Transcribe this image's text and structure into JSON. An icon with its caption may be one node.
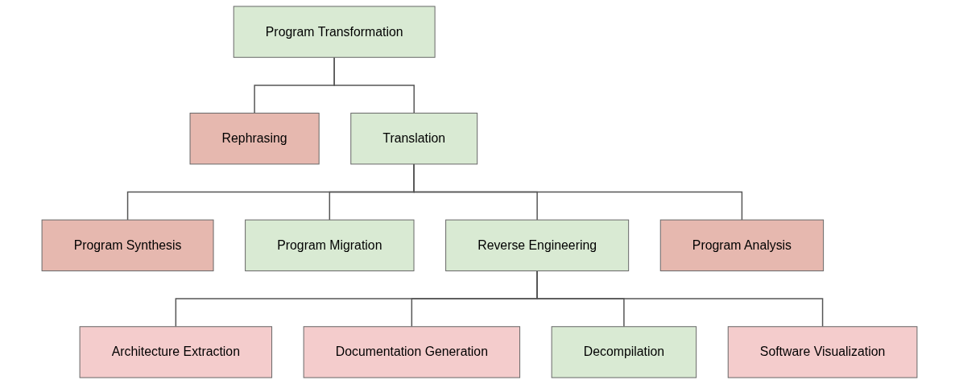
{
  "diagram": {
    "nodes": [
      {
        "text": [
          "Program Transformation"
        ]
      },
      {
        "text": [
          "Rephrasing"
        ]
      },
      {
        "text": [
          "Translation"
        ]
      },
      {
        "text": [
          "Program Synthesis"
        ]
      },
      {
        "text": [
          "Program Migration"
        ]
      },
      {
        "text": [
          "Reverse Engineering"
        ]
      },
      {
        "text": [
          "Program Analysis"
        ]
      },
      {
        "text": [
          "Architecture Extraction"
        ]
      },
      {
        "text": [
          "Documentation Generation"
        ]
      },
      {
        "text": [
          "Decompilation"
        ]
      },
      {
        "text": [
          "Software Visualization"
        ]
      }
    ],
    "edges": [
      {
        "from": 0,
        "to": 1,
        "arrow": "none"
      },
      {
        "from": 0,
        "to": 2,
        "arrow": "none"
      },
      {
        "from": 2,
        "to": 3,
        "arrow": "none"
      },
      {
        "from": 2,
        "to": 4,
        "arrow": "none"
      },
      {
        "from": 2,
        "to": 5,
        "arrow": "none"
      },
      {
        "from": 2,
        "to": 6,
        "arrow": "none"
      },
      {
        "from": 5,
        "to": 7,
        "arrow": "none"
      },
      {
        "from": 5,
        "to": 8,
        "arrow": "none"
      },
      {
        "from": 5,
        "to": 9,
        "arrow": "none"
      },
      {
        "from": 5,
        "to": 10,
        "arrow": "none"
      }
    ]
  }
}
